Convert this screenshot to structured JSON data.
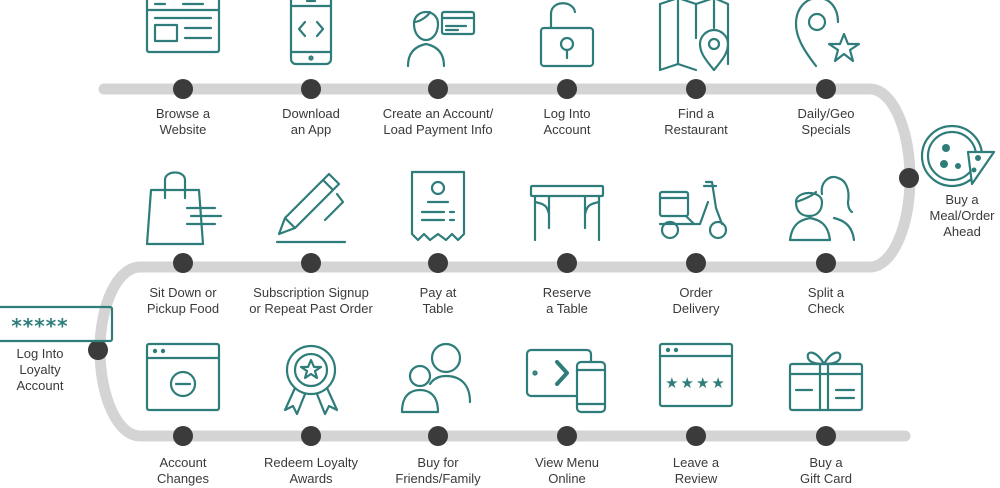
{
  "colors": {
    "path": "#d4d4d4",
    "dot": "#3b3b3b",
    "icon": "#2f7d7a",
    "text": "#3a3a3a"
  },
  "steps": [
    {
      "id": "browse",
      "label": [
        "Browse a",
        "Website"
      ],
      "icon": "browser-window-icon"
    },
    {
      "id": "download",
      "label": [
        "Download",
        "an App"
      ],
      "icon": "mobile-app-code-icon"
    },
    {
      "id": "account",
      "label": [
        "Create an Account/",
        "Load Payment Info"
      ],
      "icon": "user-payment-card-icon"
    },
    {
      "id": "login",
      "label": [
        "Log Into",
        "Account"
      ],
      "icon": "unlocked-padlock-icon"
    },
    {
      "id": "restaurant",
      "label": [
        "Find a",
        "Restaurant"
      ],
      "icon": "map-pin-icon"
    },
    {
      "id": "specials",
      "label": [
        "Daily/Geo",
        "Specials"
      ],
      "icon": "location-star-icon"
    },
    {
      "id": "buymeal",
      "label": [
        "Buy a",
        "Meal/Order",
        "Ahead"
      ],
      "icon": "pizza-icon"
    },
    {
      "id": "split",
      "label": [
        "Split a",
        "Check"
      ],
      "icon": "two-people-icon"
    },
    {
      "id": "delivery",
      "label": [
        "Order",
        "Delivery"
      ],
      "icon": "delivery-scooter-icon"
    },
    {
      "id": "reserve",
      "label": [
        "Reserve",
        "a Table"
      ],
      "icon": "table-icon"
    },
    {
      "id": "pay",
      "label": [
        "Pay at",
        "Table"
      ],
      "icon": "receipt-icon"
    },
    {
      "id": "subscription",
      "label": [
        "Subscription Signup",
        "or Repeat Past Order"
      ],
      "icon": "pen-signature-icon"
    },
    {
      "id": "sitdown",
      "label": [
        "Sit Down or",
        "Pickup Food"
      ],
      "icon": "shopping-bag-icon"
    },
    {
      "id": "loyaltylogin",
      "label": [
        "Log Into",
        "Loyalty",
        "Account"
      ],
      "icon": "password-field-icon",
      "icon_text": "*****"
    },
    {
      "id": "changes",
      "label": [
        "Account",
        "Changes"
      ],
      "icon": "browser-minus-icon"
    },
    {
      "id": "redeem",
      "label": [
        "Redeem Loyalty",
        "Awards"
      ],
      "icon": "award-ribbon-icon"
    },
    {
      "id": "friends",
      "label": [
        "Buy for",
        "Friends/Family"
      ],
      "icon": "two-users-icon"
    },
    {
      "id": "menu",
      "label": [
        "View Menu",
        "Online"
      ],
      "icon": "tablet-phone-icon"
    },
    {
      "id": "review",
      "label": [
        "Leave a",
        "Review"
      ],
      "icon": "browser-stars-icon",
      "icon_text": "★★★★"
    },
    {
      "id": "giftcard",
      "label": [
        "Buy a",
        "Gift Card"
      ],
      "icon": "gift-card-icon"
    }
  ]
}
